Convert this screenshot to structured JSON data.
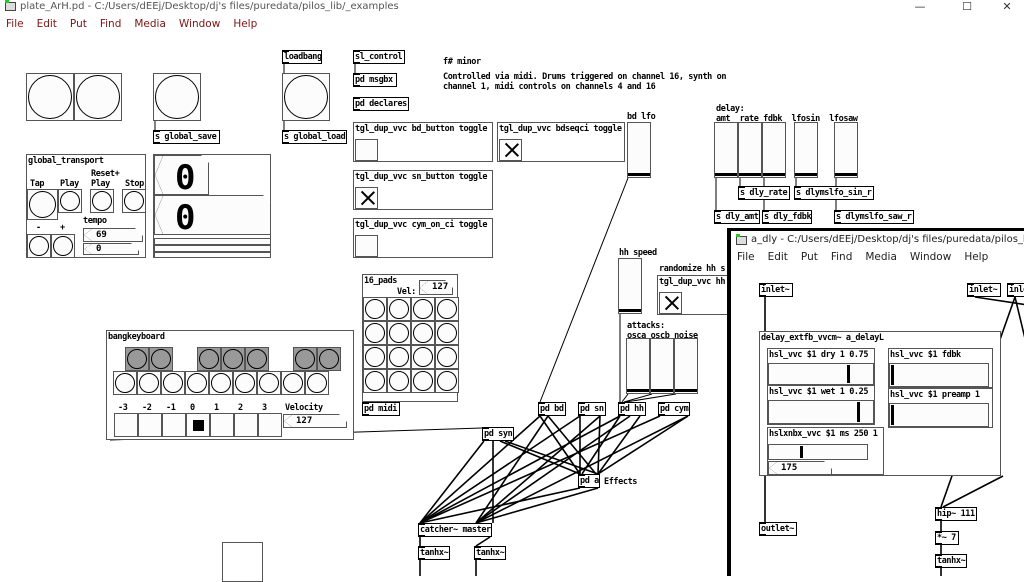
{
  "main_window": {
    "title": "plate_ArH.pd  - C:/Users/dEEj/Desktop/dj's files/puredata/pilos_lib/_examples",
    "controls": {
      "minimize": "—",
      "maximize": "☐",
      "close": "✕"
    },
    "menu": [
      "File",
      "Edit",
      "Put",
      "Find",
      "Media",
      "Window",
      "Help"
    ],
    "objects": {
      "loadbang": "loadbang",
      "sl_control": "sl_control",
      "pd_msgbx": "pd msgbx",
      "pd_declares": "pd declares",
      "global_save": "s global_save",
      "global_load": "s global_load",
      "s_dly_rate": "s dly_rate",
      "s_dlymslfo_sin_r": "s dlymslfo_sin_r",
      "s_dly_amt": "s dly_amt",
      "s_dly_fdbk": "s dly_fdbk",
      "s_dlymslfo_saw_r": "s dlymslfo_saw_r",
      "pd_midi": "pd midi",
      "pd_bd": "pd bd",
      "pd_sn": "pd sn",
      "pd_hh": "pd hh",
      "pd_cym": "pd cym",
      "pd_syn": "pd syn",
      "pd_a": "pd a",
      "catcher": "catcher~ master",
      "tanhx1": "tanhx~",
      "tanhx2": "tanhx~"
    },
    "comments": {
      "key": "f# minor",
      "desc": "Controlled via midi. Drums triggered on channel 16, synth on\nchannel 1, midi controls on channels 4 and 16",
      "bd_lfo": "bd lfo",
      "delay": "delay:\namt  rate fdbk  lfosin  lfosaw",
      "hh_speed": "hh speed",
      "randomize": "randomize hh s",
      "attacks": "attacks:\nosca oscb noise",
      "effects": "Effects"
    },
    "graphs": {
      "bd_button": {
        "label": "tgl_dup_vvc bd_button toggle",
        "checked": false
      },
      "bdseqci": {
        "label": "tgl_dup_vvc bdseqci toggle",
        "checked": true
      },
      "sn_button": {
        "label": "tgl_dup_vvc sn_button toggle",
        "checked": true
      },
      "cym_on_ci": {
        "label": "tgl_dup_vvc cym_on_ci toggle",
        "checked": false
      },
      "hh": {
        "label": "tgl_dup_vvc hh",
        "checked": true
      },
      "global_transport": {
        "label": "global_transport",
        "tap": "Tap",
        "play": "Play",
        "reset": "Reset+\nPlay",
        "stop": "Stop",
        "minus": "-",
        "plus": "+",
        "tempo": "tempo",
        "tempo_value": "69",
        "second_value": "0"
      },
      "counter": {
        "value1": "0",
        "value2": "0"
      },
      "pads": {
        "label": "16_pads",
        "vel_label": "Vel:",
        "vel_value": "127"
      },
      "bangkeyboard": {
        "label": "bangkeyboard",
        "offsets": [
          "-3",
          "-2",
          "-1",
          "0",
          "1",
          "2",
          "3"
        ],
        "selected_offset": "0",
        "velocity_label": "Velocity",
        "velocity": "127"
      }
    }
  },
  "sub_window": {
    "title": "a_dly  - C:/Users/dEEj/Desktop/dj's files/puredata/pilos_lib/_exam",
    "menu": [
      "File",
      "Edit",
      "Put",
      "Find",
      "Media",
      "Window",
      "Help"
    ],
    "objects": {
      "inlet1": "inlet~",
      "inlet2": "inlet~",
      "inlet3": "inle",
      "outlet": "outlet~",
      "hip": "hip~ 111",
      "mul": "*~ 7",
      "tanhx": "tanhx~"
    },
    "graph": {
      "label": "delay_extfb_vvcm~ a_delayL",
      "dry": {
        "label": "hsl_vvc $1 dry 1 0.75",
        "value": 0.75
      },
      "wet": {
        "label": "hsl_vvc $1 wet 1 0.25",
        "value": 0.25
      },
      "fdbk": {
        "label": "hsl_vvc $1 fdbk",
        "value": 0
      },
      "preamp": {
        "label": "hsl_vvc $1 preamp 1",
        "value": 0
      },
      "ms": {
        "label": "hslxnbx_vvc $1 ms 250 1",
        "value": "175"
      }
    }
  }
}
